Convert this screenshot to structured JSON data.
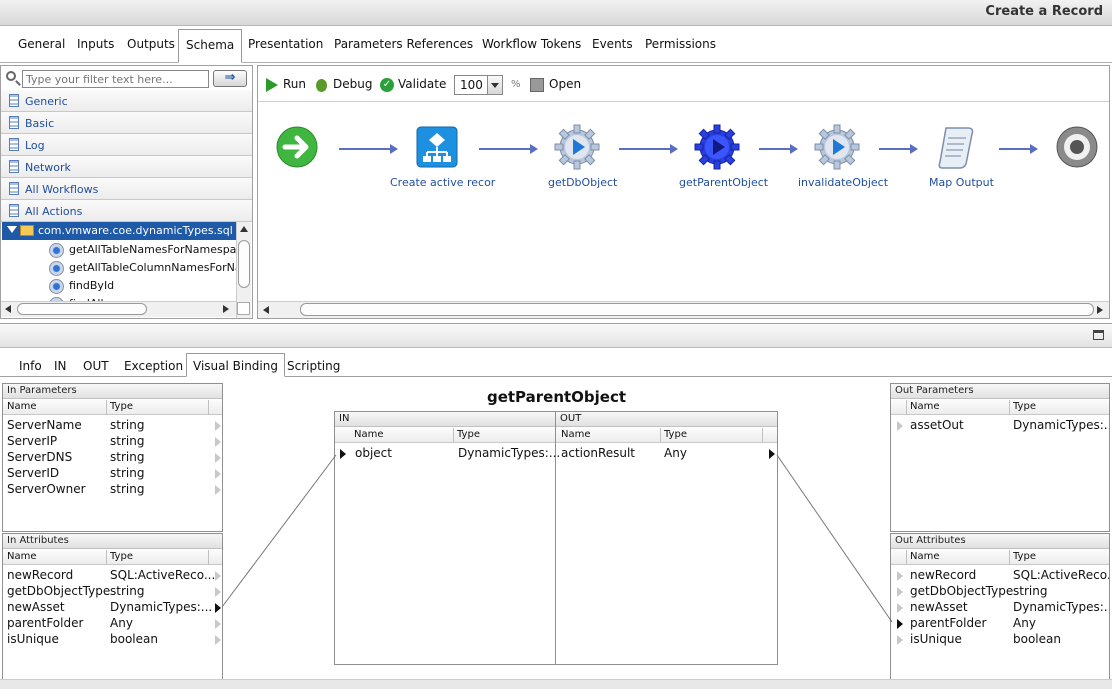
{
  "window": {
    "title": "Create a Record"
  },
  "top_tabs": [
    "General",
    "Inputs",
    "Outputs",
    "Schema",
    "Presentation",
    "Parameters References",
    "Workflow Tokens",
    "Events",
    "Permissions"
  ],
  "active_top_tab": "Schema",
  "palette": {
    "filter_placeholder": "Type your filter text here...",
    "categories": [
      "Generic",
      "Basic",
      "Log",
      "Network",
      "All Workflows",
      "All Actions"
    ],
    "tree_selected": "com.vmware.coe.dynamicTypes.sql",
    "tree_leaves": [
      "getAllTableNamesForNamespaceD",
      "getAllTableColumnNamesForNames",
      "findById",
      "findAll"
    ]
  },
  "canvas_toolbar": {
    "run": "Run",
    "debug": "Debug",
    "validate": "Validate",
    "zoom": "100",
    "zoom_unit": "%",
    "open": "Open"
  },
  "workflow_nodes": [
    {
      "label": "",
      "kind": "start"
    },
    {
      "label": "Create active recor",
      "kind": "scriptable"
    },
    {
      "label": "getDbObject",
      "kind": "action"
    },
    {
      "label": "getParentObject",
      "kind": "action-selected"
    },
    {
      "label": "invalidateObject",
      "kind": "action"
    },
    {
      "label": "Map Output",
      "kind": "scroll"
    },
    {
      "label": "",
      "kind": "end"
    }
  ],
  "bottom_tabs": [
    "Info",
    "IN",
    "OUT",
    "Exception",
    "Visual Binding",
    "Scripting"
  ],
  "active_bottom_tab": "Visual Binding",
  "binding": {
    "element_title": "getParentObject",
    "col_name": "Name",
    "col_type": "Type",
    "in_parameters": {
      "title": "In Parameters",
      "rows": [
        {
          "name": "ServerName",
          "type": "string"
        },
        {
          "name": "ServerIP",
          "type": "string"
        },
        {
          "name": "ServerDNS",
          "type": "string"
        },
        {
          "name": "ServerID",
          "type": "string"
        },
        {
          "name": "ServerOwner",
          "type": "string"
        }
      ]
    },
    "in_attributes": {
      "title": "In Attributes",
      "rows": [
        {
          "name": "newRecord",
          "type": "SQL:ActiveReco..."
        },
        {
          "name": "getDbObjectType",
          "type": "string"
        },
        {
          "name": "newAsset",
          "type": "DynamicTypes:..."
        },
        {
          "name": "parentFolder",
          "type": "Any"
        },
        {
          "name": "isUnique",
          "type": "boolean"
        }
      ]
    },
    "element_in": {
      "title": "IN",
      "rows": [
        {
          "name": "object",
          "type": "DynamicTypes:..."
        }
      ]
    },
    "element_out": {
      "title": "OUT",
      "rows": [
        {
          "name": "actionResult",
          "type": "Any"
        }
      ]
    },
    "out_parameters": {
      "title": "Out Parameters",
      "rows": [
        {
          "name": "assetOut",
          "type": "DynamicTypes:..."
        }
      ]
    },
    "out_attributes": {
      "title": "Out Attributes",
      "rows": [
        {
          "name": "newRecord",
          "type": "SQL:ActiveReco..."
        },
        {
          "name": "getDbObjectType",
          "type": "string"
        },
        {
          "name": "newAsset",
          "type": "DynamicTypes:..."
        },
        {
          "name": "parentFolder",
          "type": "Any"
        },
        {
          "name": "isUnique",
          "type": "boolean"
        }
      ]
    }
  }
}
